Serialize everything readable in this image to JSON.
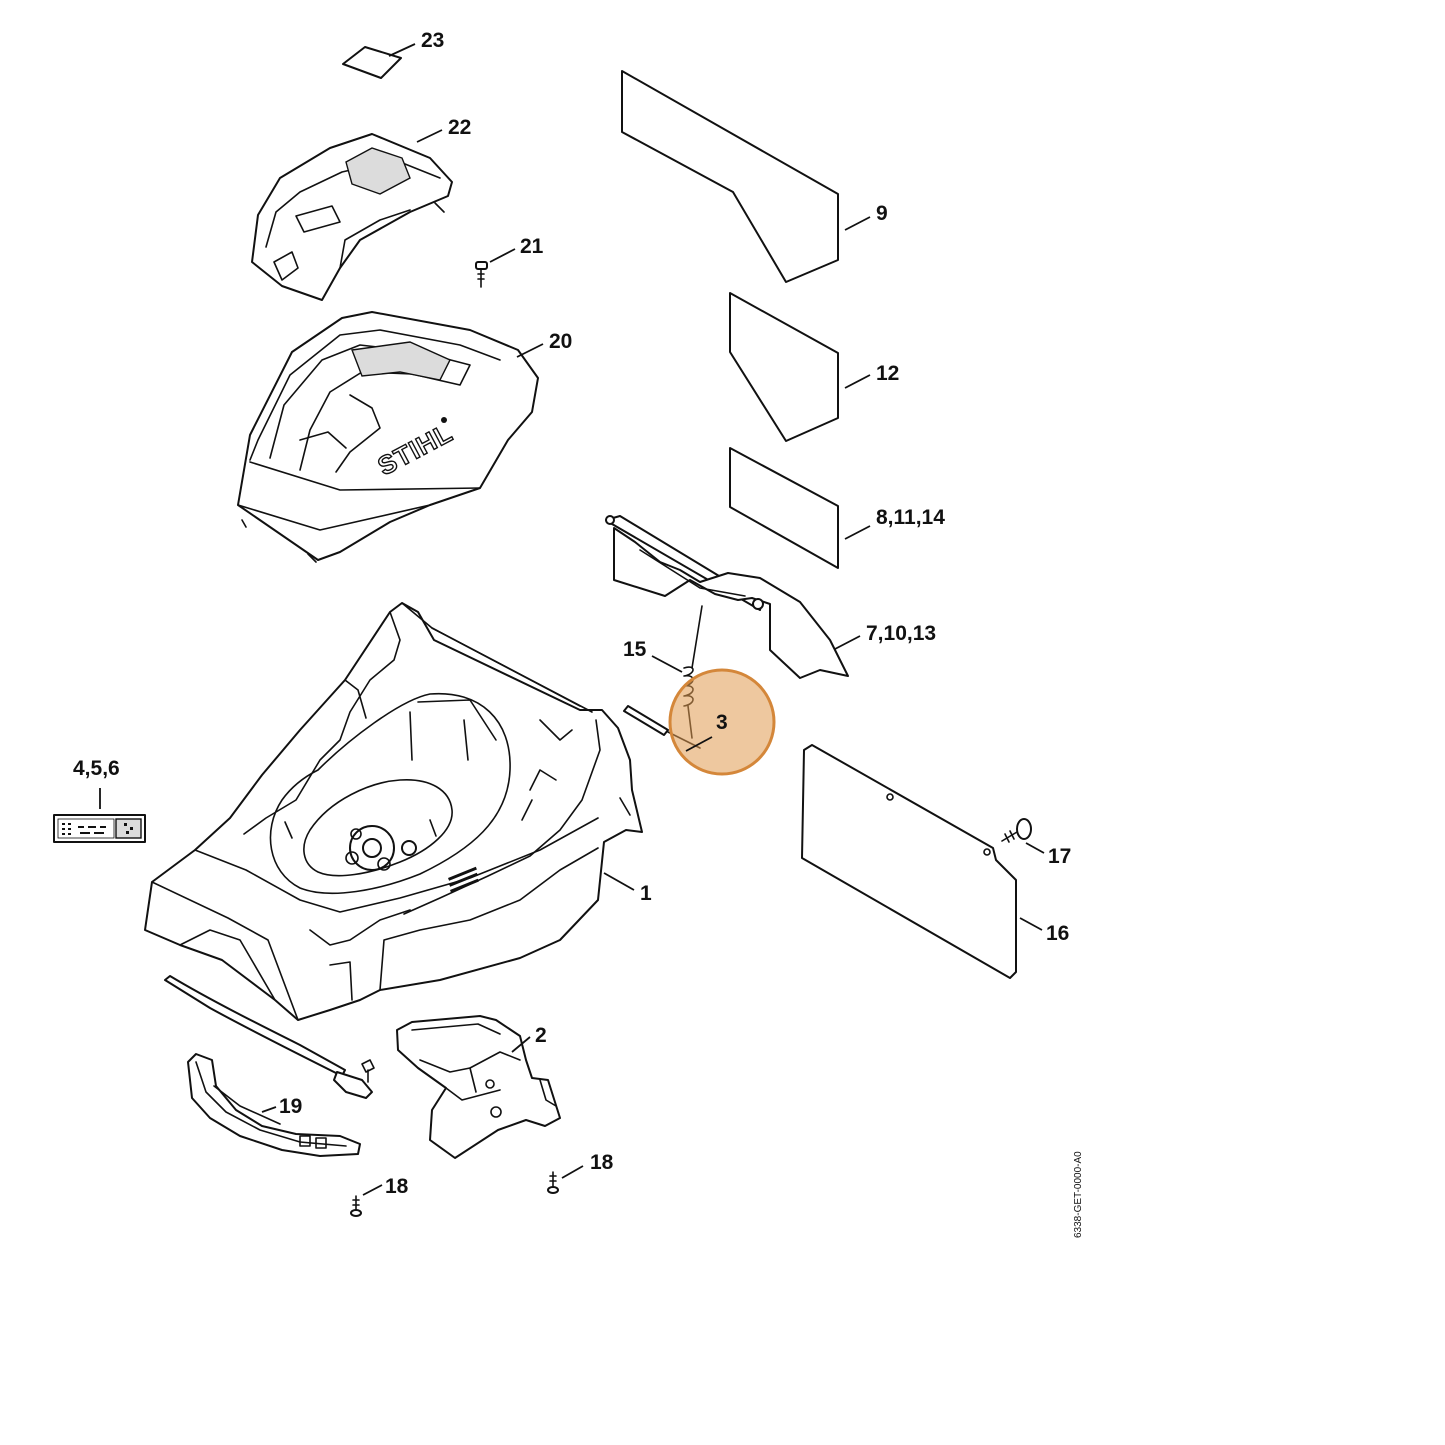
{
  "diagram": {
    "brand_label": "STIHL",
    "drawing_code": "6338-GET-0000-A0",
    "highlight_color": "#E09A50",
    "highlighted_part": "3",
    "callouts": {
      "p1": "1",
      "p2": "2",
      "p3": "3",
      "p456": "4,5,6",
      "p71013": "7,10,13",
      "p81114": "8,11,14",
      "p9": "9",
      "p12": "12",
      "p15": "15",
      "p16": "16",
      "p17": "17",
      "p18a": "18",
      "p18b": "18",
      "p19": "19",
      "p20": "20",
      "p21": "21",
      "p22": "22",
      "p23": "23"
    }
  }
}
